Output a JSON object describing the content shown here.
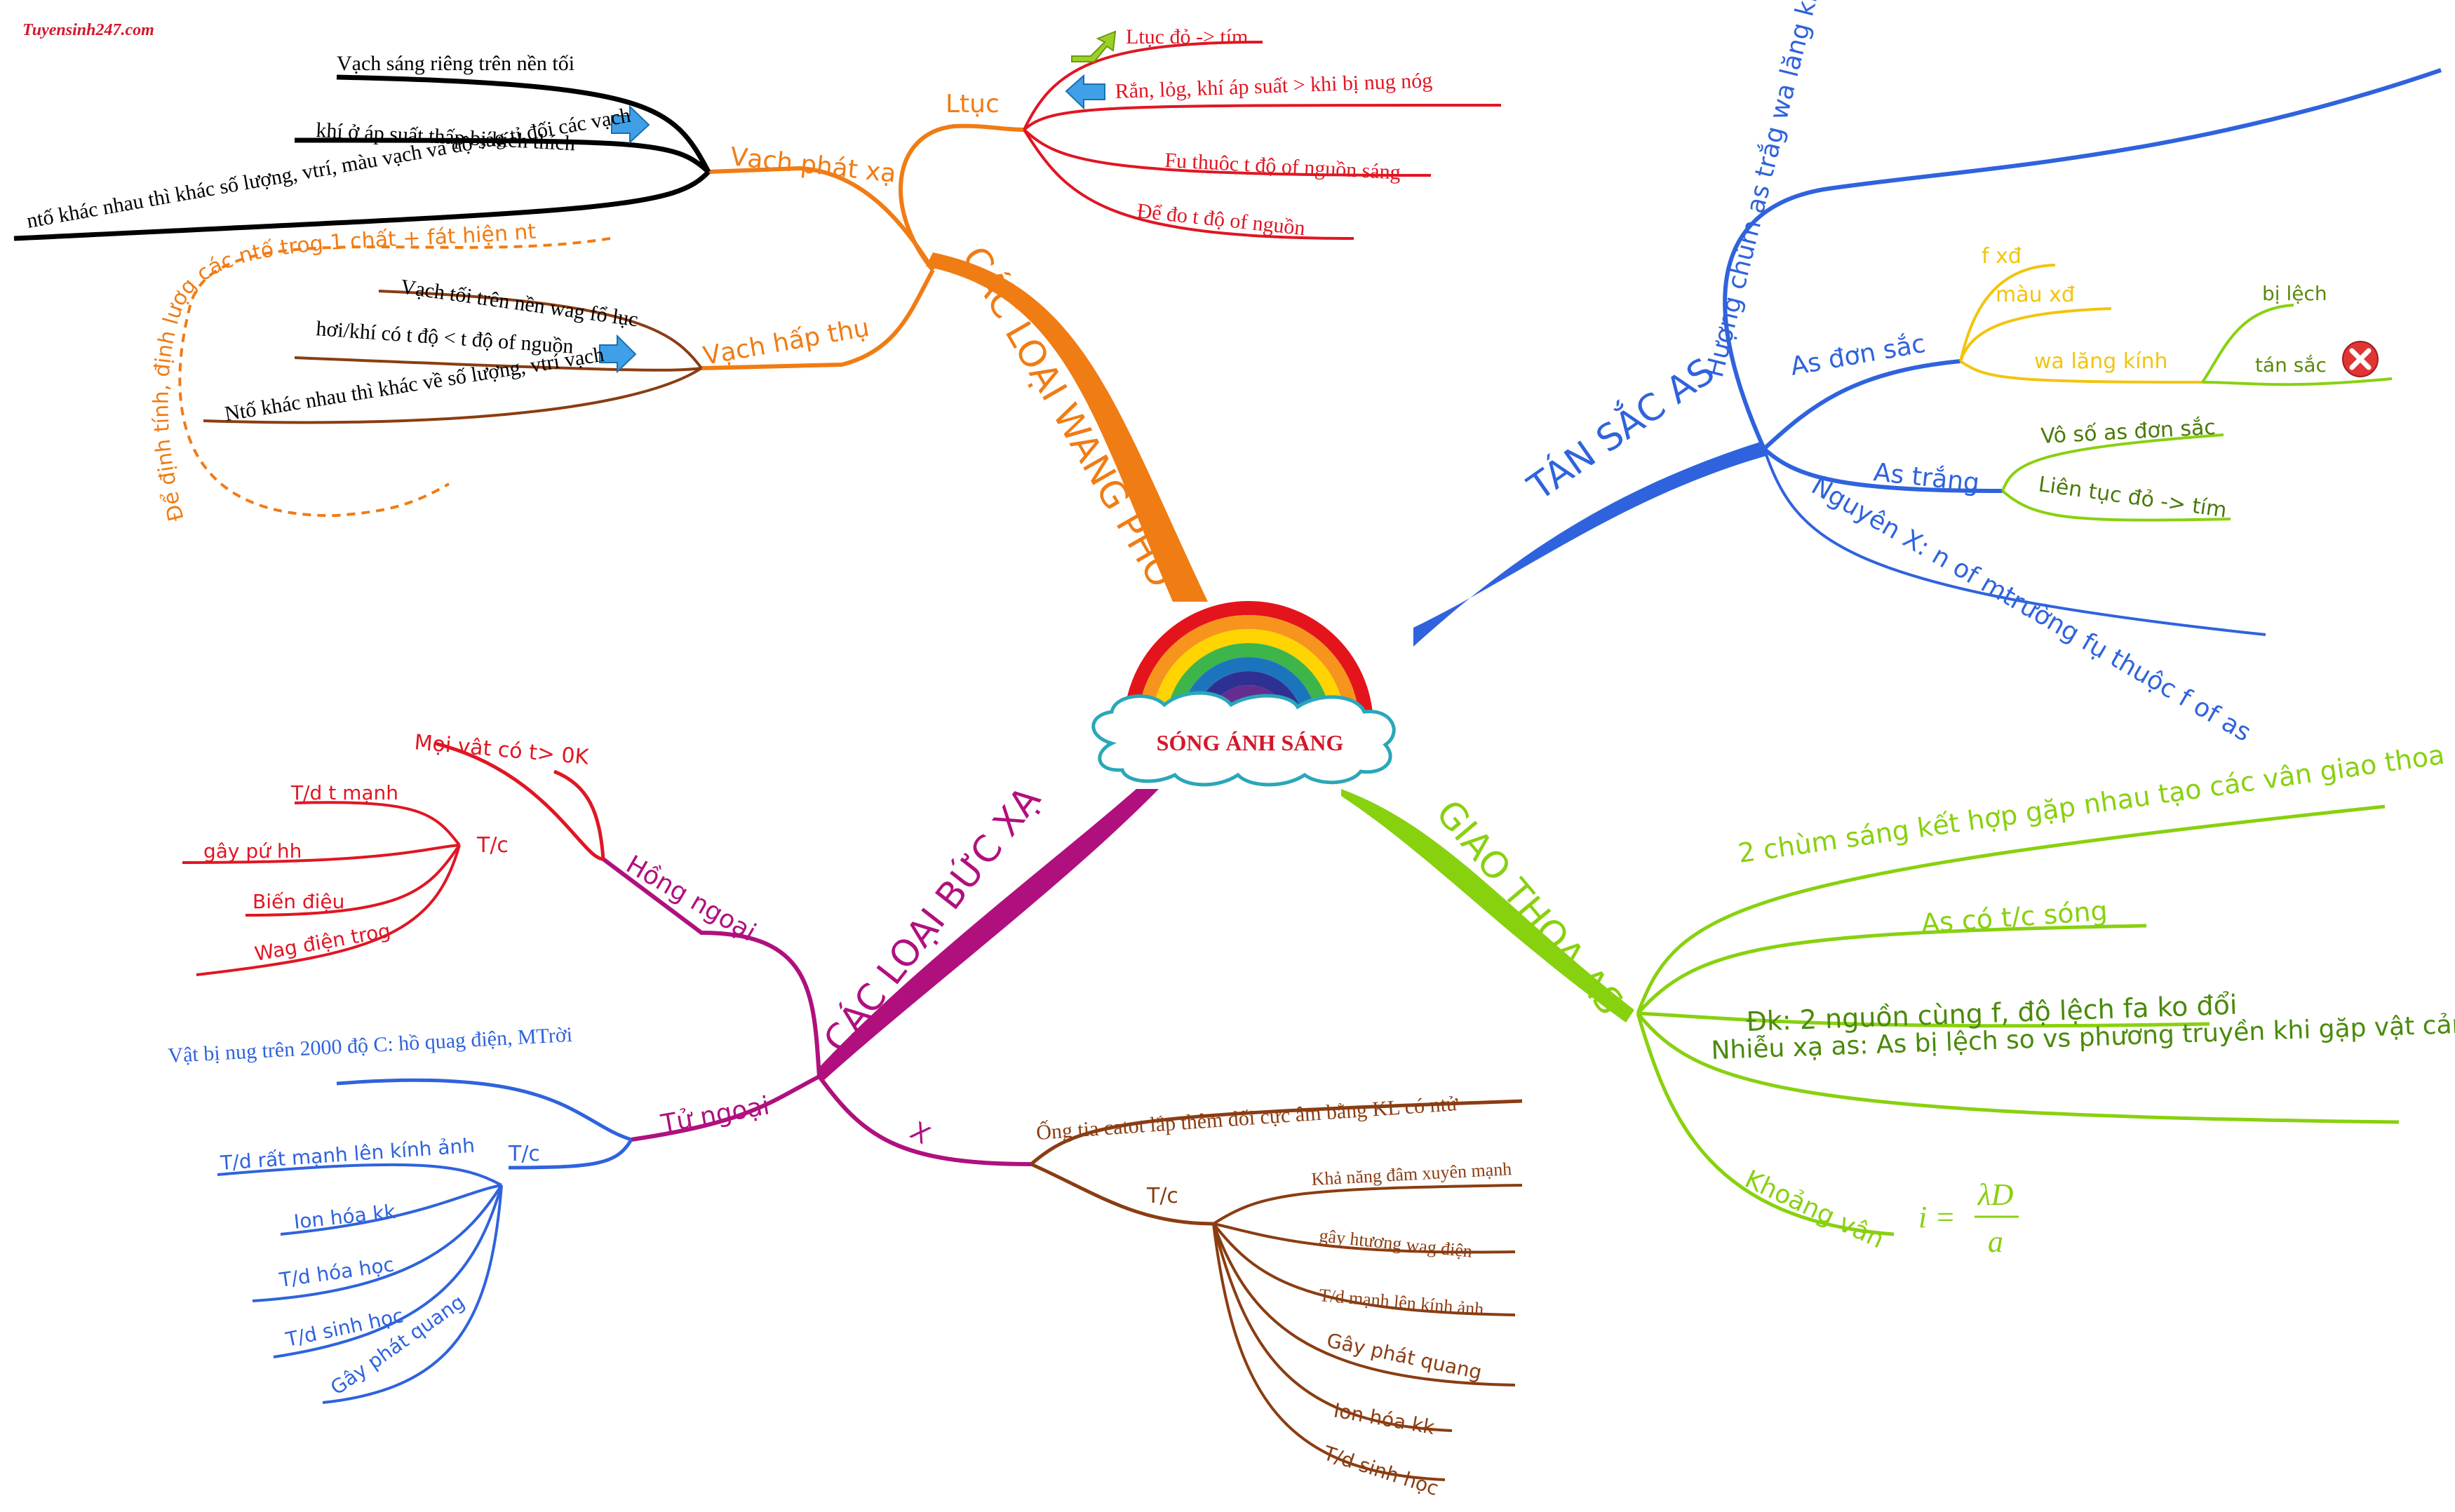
{
  "watermark": "Tuyensinh247.com",
  "center": {
    "title": "SÓNG ÁNH SÁNG"
  },
  "colors": {
    "spectra": "#f07c14",
    "dispersion": "#2f63dd",
    "interference": "#88d10f",
    "radiation": "#b0107e",
    "continuous": "#e01623",
    "emission": "#000000",
    "absorption": "#8a3d12",
    "xray": "#8a3d12",
    "ir": "#e01623",
    "uv": "#2f63dd",
    "mono_yellow": "#f2c40f"
  },
  "spectra": {
    "title": "CÁC LOẠI WANG PHỔ",
    "continuous": {
      "label": "Ltục",
      "items": [
        "Ltục đỏ -> tím",
        "Rắn, lỏg, khí áp suất > khi bị nug nóg",
        "Fụ thuộc t độ of nguồn sáng",
        "Để đo t độ of nguồn"
      ],
      "icons": [
        "up-arrow-icon",
        "left-arrow-icon"
      ]
    },
    "emission": {
      "label": "Vạch phát xạ",
      "items": [
        "Vạch sáng riêng trên nền tối",
        "khí ở áp suất thấp bị kích thích",
        "ntố khác nhau thì khác số lượng, vtrí, màu vạch và độ ság tỉ đối các vạch"
      ]
    },
    "absorption": {
      "label": "Vạch hấp thụ",
      "items": [
        "Vạch tối trên nền wag fổ lục",
        "hơi/khí có t độ < t độ of nguồn",
        "Ntố khác nhau thì khác về số lượng, vtrí vạch"
      ]
    },
    "link_note": "Để định tính, định lượg các ntố trog 1 chất + fát hiện ntố mới"
  },
  "dispersion": {
    "title": "TÁN SẮC AS",
    "main_item": "Hượng chùm as trắg wa lăng kính -> lệch về phía đáy + n` màu khác nhau",
    "mono": {
      "label": "As đơn sắc",
      "items": [
        "f xđ",
        "màu xđ",
        "wa lăng kính"
      ],
      "sub": [
        "bị lệch",
        "tán sắc"
      ],
      "icon": "no-icon"
    },
    "white": {
      "label": "As trắng",
      "items": [
        "Vô số as đơn sắc",
        "Liên tục đỏ -> tím"
      ]
    },
    "cause": "Nguyên X: n of mtrường fụ thuộc f of as"
  },
  "interference": {
    "title": "GIAO THOA AS",
    "items": [
      "2 chùm sáng kết hợp gặp nhau tạo các vân giao thoa",
      "As có t/c sóng",
      "Đk: 2 nguồn cùng f, độ lệch fa ko đổi",
      "Nhiễu xạ as: As bị lệch so vs phương truyền khi gặp vật cản",
      "Khoảng vân"
    ],
    "formula": {
      "lhs": "i =",
      "num": "λD",
      "den": "a"
    }
  },
  "radiation": {
    "title": "CÁC LOẠI BỨC XẠ",
    "ir": {
      "label": "Hồng ngoại",
      "source": "Mọi vật có t> 0K",
      "tc_label": "T/c",
      "props": [
        "T/d t mạnh",
        "gây pứ hh",
        "Biến điệu",
        "Wag điện trog"
      ]
    },
    "uv": {
      "label": "Tử ngoại",
      "source": "Vật bị nug trên 2000 độ C: hồ quag điện, MTrời",
      "tc_label": "T/c",
      "props": [
        "T/d rất mạnh lên kính ảnh",
        "Ion hóa kk",
        "T/d hóa học",
        "T/d sinh học",
        "Gây phát quang"
      ]
    },
    "xray": {
      "label": "X",
      "source": "Ống tia catot lắp thêm đối cực âm bằng KL có ntử",
      "tc_label": "T/c",
      "props": [
        "Khả năng đâm xuyên mạnh",
        "gây htượng wag điện",
        "T/d mạnh lên kính ảnh",
        "Gây phát quang",
        "Ion hóa kk",
        "T/d sinh học"
      ]
    }
  }
}
